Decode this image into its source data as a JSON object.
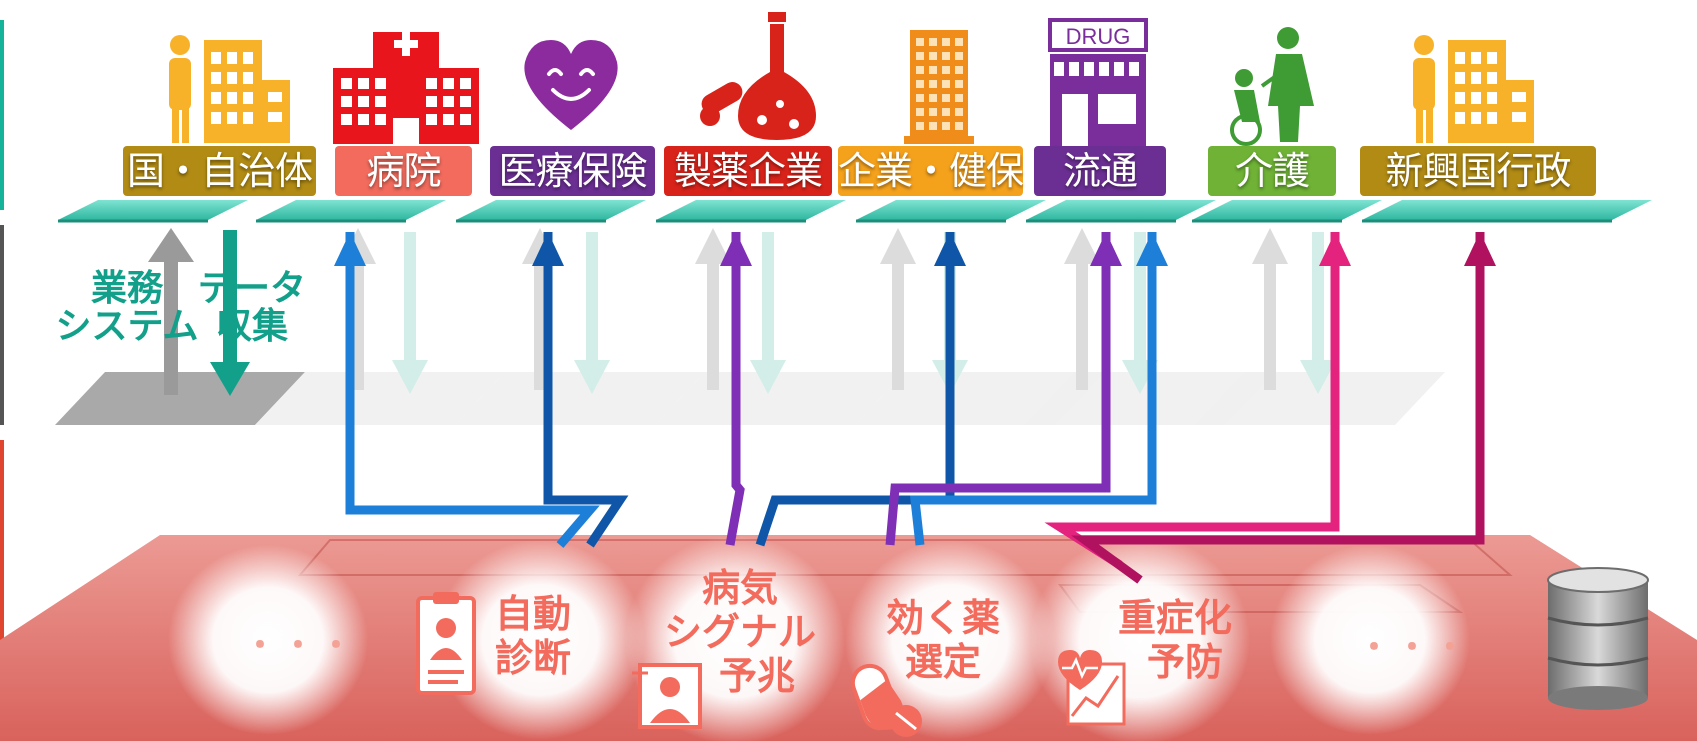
{
  "entities": [
    {
      "label": "国・自治体",
      "color": "#b18b14",
      "icon": "person-building-icon"
    },
    {
      "label": "病院",
      "color": "#f26b5d",
      "icon": "hospital-icon"
    },
    {
      "label": "医療保険",
      "color": "#6b2f93",
      "icon": "heart-smile-icon"
    },
    {
      "label": "製薬企業",
      "color": "#d8231a",
      "icon": "flask-pills-icon"
    },
    {
      "label": "企業・健保",
      "color": "#f4a11c",
      "icon": "office-tower-icon"
    },
    {
      "label": "流通",
      "color": "#6b2f93",
      "icon": "drugstore-icon"
    },
    {
      "label": "介護",
      "color": "#6fb236",
      "icon": "caregiver-icon"
    },
    {
      "label": "新興国行政",
      "color": "#b18b14",
      "icon": "person-building-icon"
    }
  ],
  "drugstore_sign": "DRUG",
  "left_labels": {
    "business_system": [
      "業務",
      "システム"
    ],
    "data_collection": [
      "データ",
      "収集"
    ]
  },
  "services": [
    {
      "lines": [
        "自動",
        "診断"
      ],
      "icon": "clipboard-doctor-icon"
    },
    {
      "lines": [
        "病気",
        "シグナル",
        "予兆"
      ],
      "icon": "monitor-person-icon"
    },
    {
      "lines": [
        "効く薬",
        "選定"
      ],
      "icon": "capsule-pill-icon"
    },
    {
      "lines": [
        "重症化",
        "予防"
      ],
      "icon": "heart-chart-icon"
    }
  ],
  "ellipsis": [
    "・・・",
    "・・・"
  ],
  "database_icon": "database-icon",
  "colors": {
    "platform_teal": "#3fc9b4",
    "platform_red": "#e57a76",
    "arrow_blue": "#1d7fd8",
    "arrow_navy": "#0f56a8",
    "arrow_purple": "#7e2fb5",
    "arrow_magenta": "#b0125f",
    "arrow_pink": "#e4237f",
    "sidebar_teal": "#16b39b",
    "sidebar_gray": "#555555",
    "sidebar_red": "#e0462f"
  }
}
